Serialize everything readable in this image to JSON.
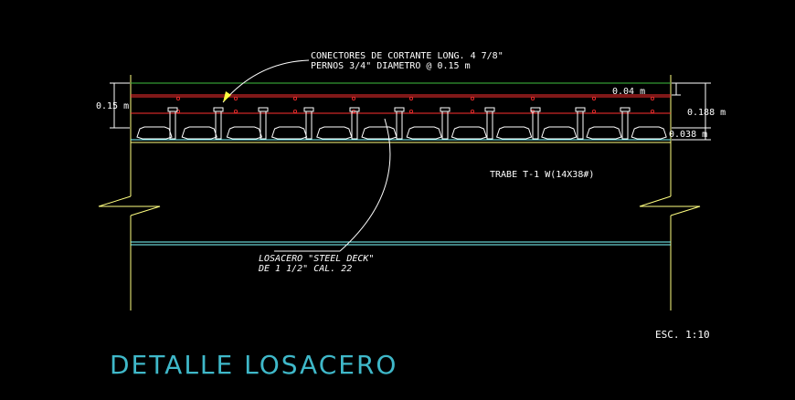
{
  "drawing": {
    "title": "DETALLE LOSACERO",
    "scale": "ESC. 1:10",
    "connectors_label": [
      "CONECTORES DE CORTANTE LONG. 4 7/8\"",
      "PERNOS 3/4\" DIAMETRO @ 0.15 m"
    ],
    "beam_label": "TRABE T-1 W(14X38#)",
    "deck_label": [
      "LOSACERO \"STEEL DECK\"",
      "DE  1 1/2\" CAL. 22"
    ],
    "dimensions": {
      "slab_total": "0.15 m",
      "top_cover": "0.04 m",
      "middle": "0.188 m",
      "deck_height": "0.038 m"
    }
  },
  "colors": {
    "background": "#000000",
    "outline": "#ffff80",
    "rebar": "#ff3030",
    "slab_top": "#40c040",
    "deck": "#80ffff",
    "title": "#3fb8c9",
    "text": "#ffffff"
  }
}
